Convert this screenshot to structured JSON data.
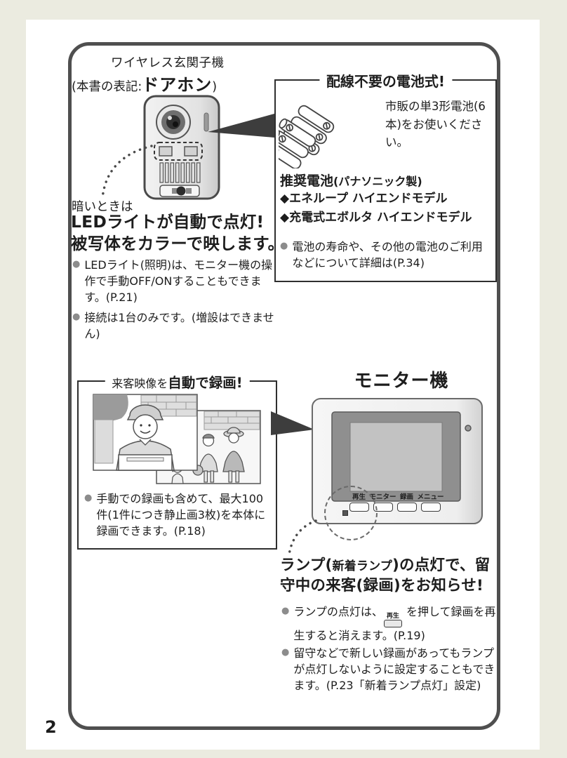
{
  "colors": {
    "page_bg": "#ebebe0",
    "paper": "#ffffff",
    "ink": "#1d1d1d",
    "panel_border": "#4f4f4f",
    "inner_box_border": "#2f2f2f",
    "bullet_dot": "#8c8c8c"
  },
  "icons": {
    "bullet": "●"
  },
  "page": {
    "number": "2"
  },
  "entrance": {
    "label": "ワイヤレス玄関子機",
    "notation_prefix": "(本書の表記:",
    "notation_name": "ドアホン",
    "notation_suffix": ")",
    "dark_note": "暗いときは",
    "headline1": "LEDライトが自動で点灯!",
    "headline2": "被写体をカラーで映します。",
    "bullets": [
      "LEDライト(照明)は、モニター機の操作で手動OFF/ONすることもできます。(P.21)",
      "接続は1台のみです。(増設はできません)"
    ]
  },
  "battery": {
    "box_title": "配線不要の電池式!",
    "desc": "市販の単3形電池(6本)をお使いください。",
    "recommend_label": "推奨電池",
    "recommend_note": "(パナソニック製)",
    "models": [
      "◆エネループ ハイエンドモデル",
      "◆充電式エボルタ ハイエンドモデル"
    ],
    "bullet": "電池の寿命や、その他の電池のご利用などについて詳細は(P.34)"
  },
  "recording": {
    "title_normal": "来客映像を",
    "title_bold": "自動で録画!",
    "bullet": "手動での録画も含めて、最大100件(1件につき静止画3枚)を本体に録画できます。(P.18)"
  },
  "monitor": {
    "title": "モニター機",
    "buttons": [
      "再生",
      "モニター",
      "録画",
      "メニュー"
    ]
  },
  "lamp": {
    "headline_pre": "ランプ(",
    "headline_small": "新着ランプ",
    "headline_post": ")の点灯で、留守中の来客(録画)をお知らせ!",
    "bullet1_pre": "ランプの点灯は、",
    "inline_button_label": "再生",
    "bullet1_post": " を押して録画を再生すると消えます。(P.19)",
    "bullet2": "留守などで新しい録画があってもランプが点灯しないように設定することもできます。(P.23「新着ランプ点灯」設定)"
  }
}
